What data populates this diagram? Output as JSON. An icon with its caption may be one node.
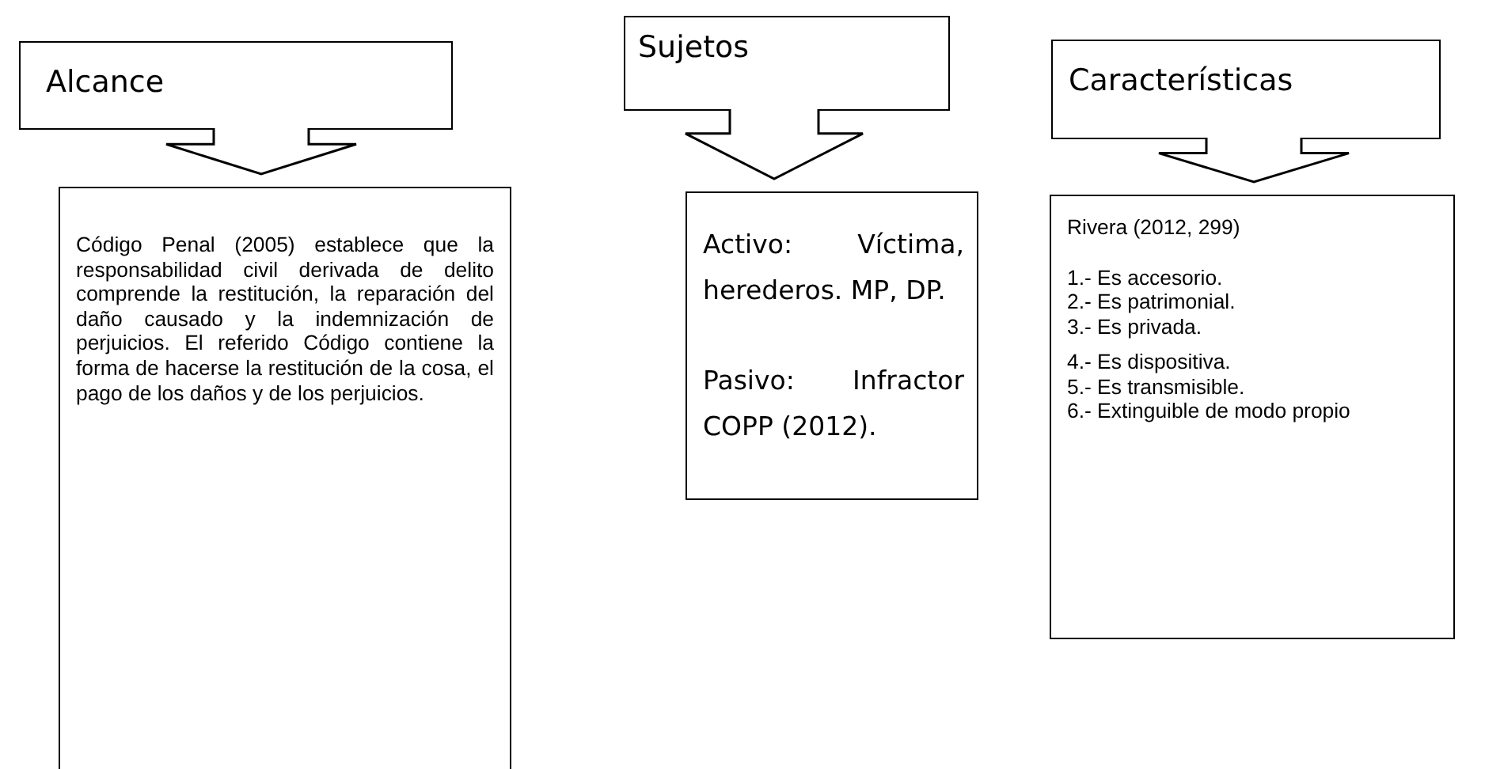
{
  "diagram": {
    "nodes": [
      {
        "text": [
          "Alcance"
        ]
      },
      {
        "text": [
          "Código Penal (2005) establece que la responsabilidad civil derivada de delito comprende la restitución, la reparación del daño causado y la indemnización de perjuicios. El referido Código contiene la forma de hacerse la restitución de la cosa, el pago de los daños y de los perjuicios."
        ]
      },
      {
        "text": [
          "Sujetos"
        ]
      },
      {
        "text": [
          "Activo: Víctima, herederos. MP, DP.",
          "Pasivo: Infractor COPP (2012)."
        ]
      },
      {
        "text": [
          "Características"
        ]
      },
      {
        "text": [
          "Rivera (2012, 299)",
          "1.- Es accesorio.",
          "2.- Es patrimonial.",
          "3.- Es privada.",
          "4.- Es dispositiva.",
          "5.- Es transmisible.",
          "6.- Extinguible de modo propio"
        ]
      }
    ],
    "edges": [
      {
        "from": 0,
        "to": 1,
        "arrow": "to"
      },
      {
        "from": 2,
        "to": 3,
        "arrow": "to"
      },
      {
        "from": 4,
        "to": 5,
        "arrow": "to"
      }
    ]
  }
}
